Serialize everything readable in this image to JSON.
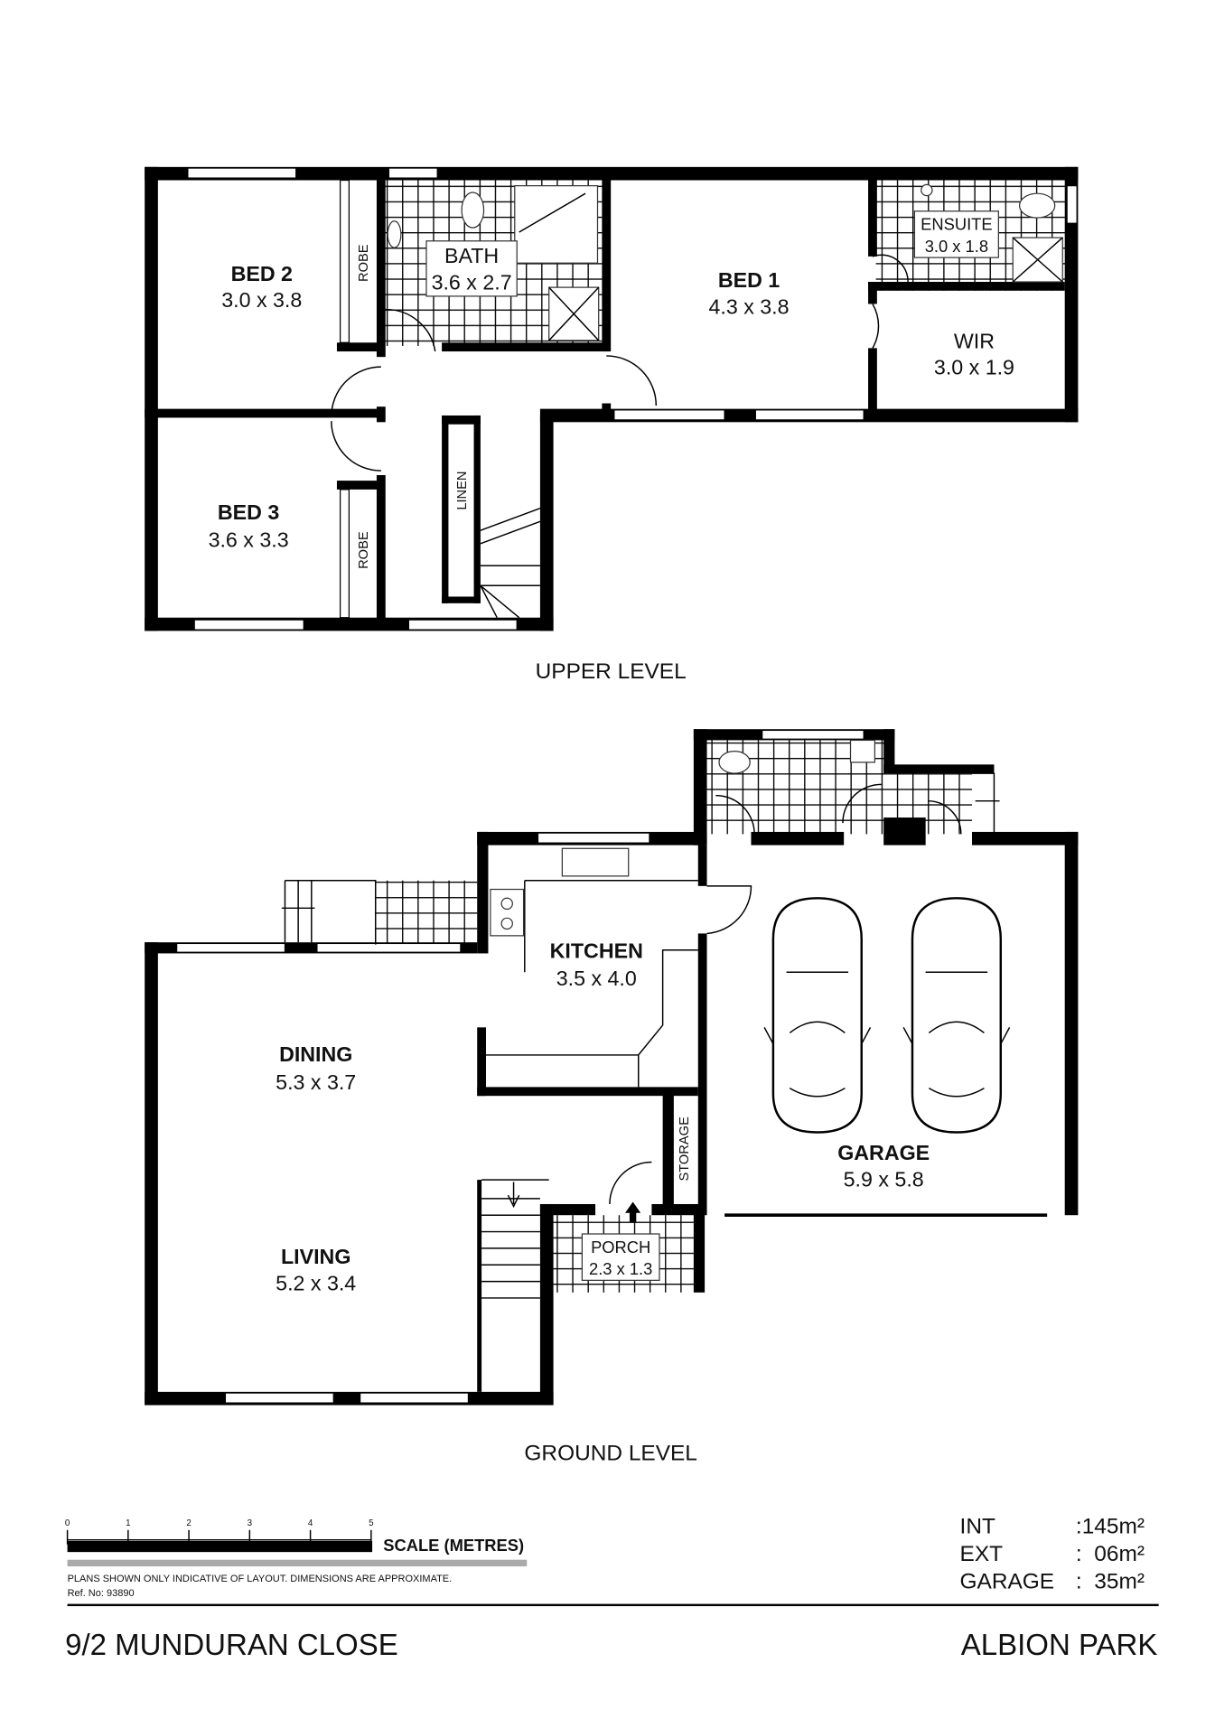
{
  "upper_level": {
    "title": "UPPER LEVEL",
    "rooms": {
      "bed2": {
        "name": "BED 2",
        "size": "3.0 x 3.8"
      },
      "bath": {
        "name": "BATH",
        "size": "3.6 x 2.7"
      },
      "bed1": {
        "name": "BED 1",
        "size": "4.3 x 3.8"
      },
      "ensuite": {
        "name": "ENSUITE",
        "size": "3.0 x 1.8"
      },
      "wir": {
        "name": "WIR",
        "size": "3.0 x 1.9"
      },
      "bed3": {
        "name": "BED 3",
        "size": "3.6 x 3.3"
      },
      "robe": "ROBE",
      "linen": "LINEN"
    }
  },
  "ground_level": {
    "title": "GROUND LEVEL",
    "rooms": {
      "kitchen": {
        "name": "KITCHEN",
        "size": "3.5 x 4.0"
      },
      "dining": {
        "name": "DINING",
        "size": "5.3 x 3.7"
      },
      "living": {
        "name": "LIVING",
        "size": "5.2 x 3.4"
      },
      "garage": {
        "name": "GARAGE",
        "size": "5.9 x 5.8"
      },
      "porch": {
        "name": "PORCH",
        "size": "2.3 x 1.3"
      },
      "storage": "STORAGE"
    }
  },
  "scale": {
    "ticks": [
      "0",
      "1",
      "2",
      "3",
      "4",
      "5"
    ],
    "label": "SCALE (METRES)",
    "disclaimer": "PLANS SHOWN ONLY INDICATIVE OF LAYOUT.  DIMENSIONS ARE APPROXIMATE.",
    "ref": "Ref. No: 93890"
  },
  "areas": [
    {
      "label": "INT",
      "value": ":145m²"
    },
    {
      "label": "EXT",
      "value": ":  06m²"
    },
    {
      "label": "GARAGE",
      "value": ":  35m²"
    }
  ],
  "footer": {
    "address": "9/2 MUNDURAN CLOSE",
    "suburb": "ALBION PARK"
  }
}
